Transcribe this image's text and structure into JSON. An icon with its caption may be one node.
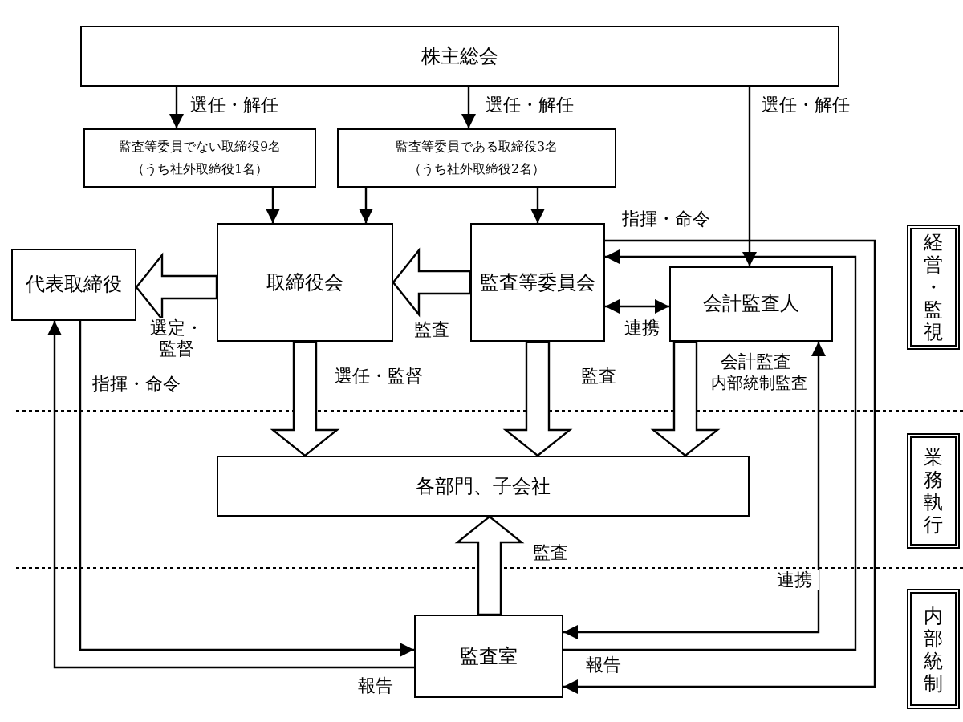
{
  "diagram": {
    "nodes": [
      {
        "text": [
          "株主総会"
        ]
      },
      {
        "text": [
          "監査等委員でない取締役9名（うち社外取締役1名）"
        ]
      },
      {
        "text": [
          "監査等委員である取締役3名（うち社外取締役2名）"
        ]
      },
      {
        "text": [
          "代表取締役"
        ]
      },
      {
        "text": [
          "取締役会"
        ]
      },
      {
        "text": [
          "監査等委員会"
        ]
      },
      {
        "text": [
          "会計監査人"
        ]
      },
      {
        "text": [
          "各部門、子会社"
        ]
      },
      {
        "text": [
          "監査室"
        ]
      },
      {
        "text": [
          "経営・監視"
        ]
      },
      {
        "text": [
          "業務執行"
        ]
      },
      {
        "text": [
          "内部統制"
        ]
      }
    ],
    "edges": [
      {
        "from": 0,
        "to": 1,
        "arrow": "to",
        "label": "選任・解任"
      },
      {
        "from": 0,
        "to": 2,
        "arrow": "to",
        "label": "選任・解任"
      },
      {
        "from": 0,
        "to": 6,
        "arrow": "to",
        "label": "選任・解任"
      },
      {
        "from": 1,
        "to": 4,
        "arrow": "to"
      },
      {
        "from": 2,
        "to": 4,
        "arrow": "to"
      },
      {
        "from": 2,
        "to": 5,
        "arrow": "to"
      },
      {
        "from": 4,
        "to": 3,
        "arrow": "to",
        "label": "選定・監督"
      },
      {
        "from": 5,
        "to": 4,
        "arrow": "to",
        "label": "監査"
      },
      {
        "from": 5,
        "to": 6,
        "arrow": "both",
        "label": "連携"
      },
      {
        "from": 4,
        "to": 7,
        "arrow": "to",
        "label": "選任・監督"
      },
      {
        "from": 5,
        "to": 7,
        "arrow": "to",
        "label": "監査"
      },
      {
        "from": 6,
        "to": 7,
        "arrow": "to",
        "label": "会計監査"
      },
      {
        "from": 8,
        "to": 7,
        "arrow": "to",
        "label": "監査"
      },
      {
        "from": 5,
        "to": 8,
        "arrow": "to",
        "label": "指揮・命令"
      },
      {
        "from": 8,
        "to": 5,
        "arrow": "to",
        "label": "報告"
      },
      {
        "from": 6,
        "to": 8,
        "arrow": "both",
        "label": "連携"
      },
      {
        "from": 3,
        "to": 8,
        "arrow": "to",
        "label": "指揮・命令"
      },
      {
        "from": 8,
        "to": 3,
        "arrow": "to",
        "label": "報告"
      }
    ],
    "labels": [
      "内部統制監査"
    ]
  }
}
